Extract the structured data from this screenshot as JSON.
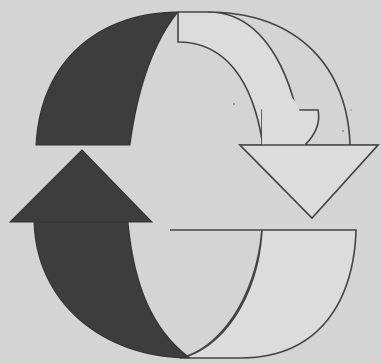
{
  "diagram": {
    "kind": "cycle",
    "arrows": [
      {
        "name": "top-arc-arrow",
        "direction": "clockwise",
        "points": "down"
      },
      {
        "name": "bottom-arc-arrow",
        "direction": "clockwise",
        "points": "up"
      }
    ]
  },
  "colors": {
    "background": "#d4d4d4",
    "dark_band": "#3d3d3d",
    "light_band": "#dcdcdc",
    "outline": "#444444"
  },
  "icons": [
    "cycle-arrows-icon"
  ]
}
